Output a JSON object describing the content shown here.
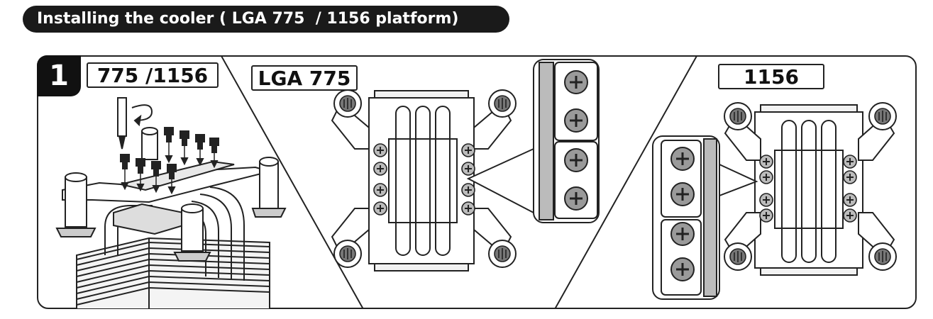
{
  "title": "Installing the cooler ( LGA 775  / 1156 platform)",
  "step_number": "1",
  "labels": {
    "mixed": "775 /1156",
    "lga775": "LGA 775",
    "p1156": "1156"
  }
}
